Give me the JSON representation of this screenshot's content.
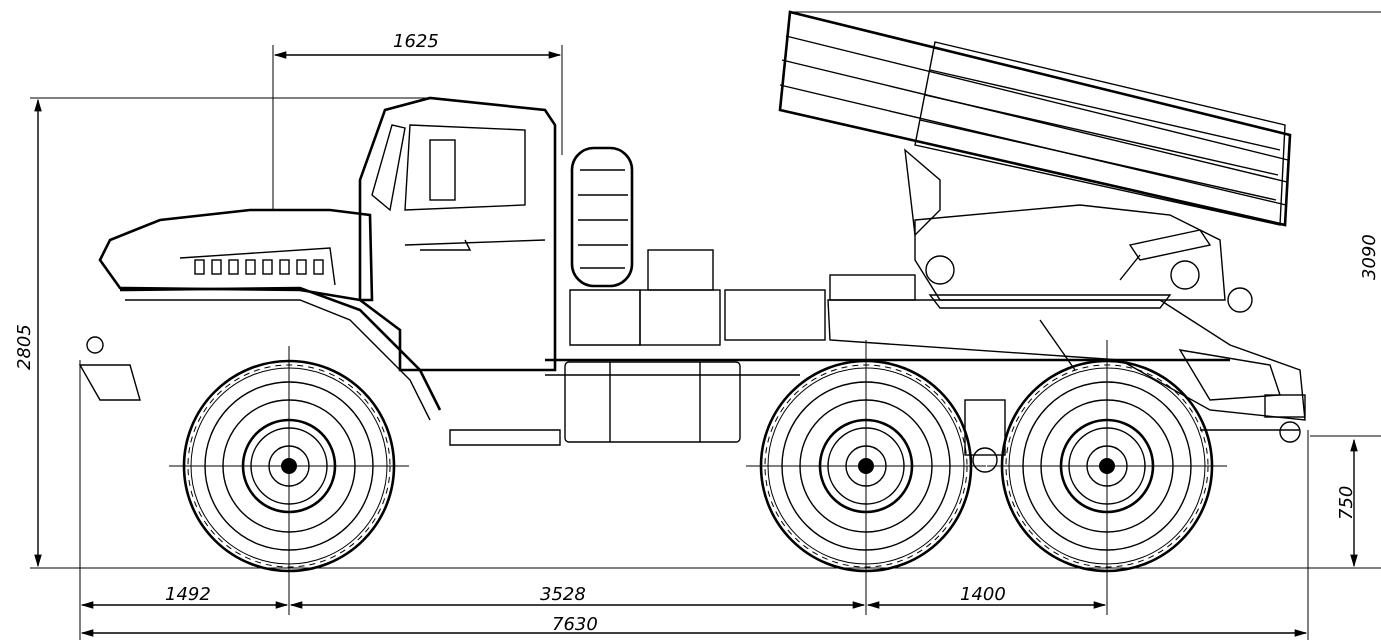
{
  "dimensions": {
    "cab_to_front_axle": "1625",
    "overall_height": "2805",
    "launcher_height": "3090",
    "ground_clearance": "750",
    "front_overhang": "1492",
    "wheelbase_front": "3528",
    "wheelbase_rear": "1400",
    "overall_length": "7630"
  }
}
